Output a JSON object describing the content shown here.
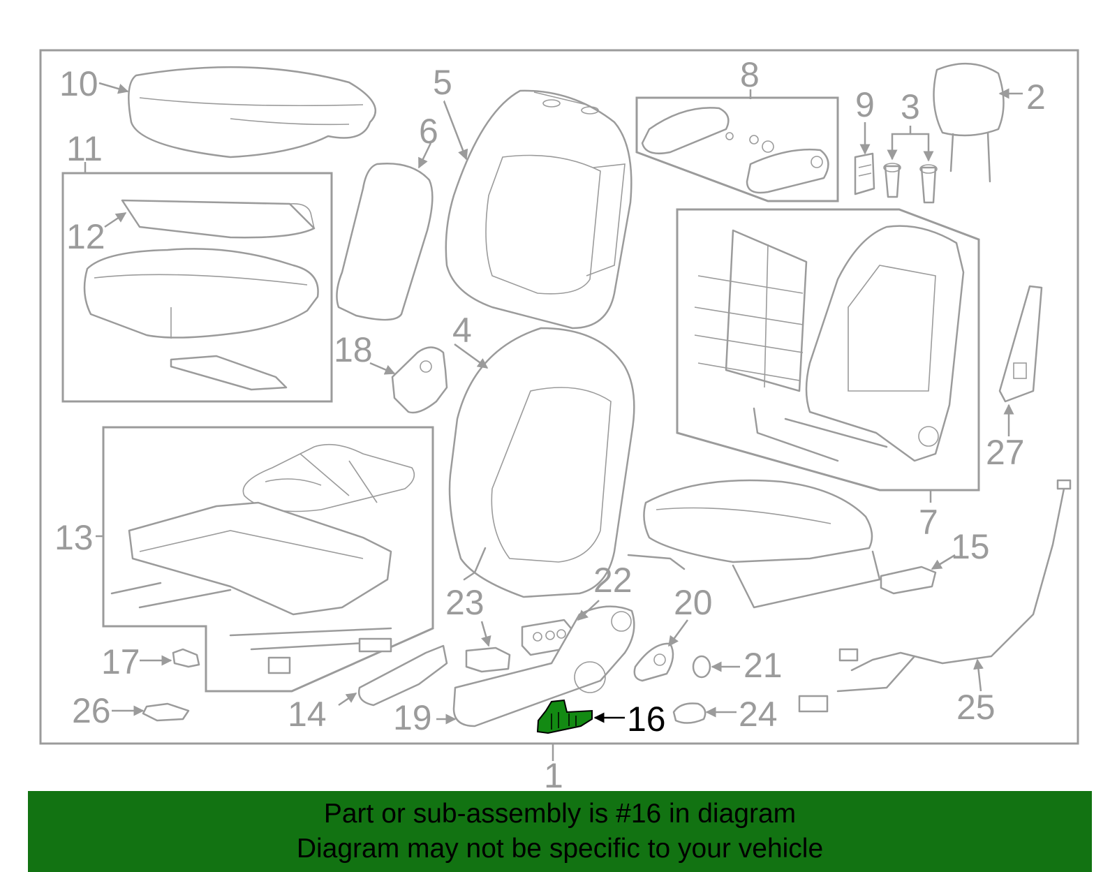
{
  "diagram": {
    "callouts": [
      "1",
      "2",
      "3",
      "4",
      "5",
      "6",
      "7",
      "8",
      "9",
      "10",
      "11",
      "12",
      "13",
      "14",
      "15",
      "16",
      "17",
      "18",
      "19",
      "20",
      "21",
      "22",
      "23",
      "24",
      "25",
      "26",
      "27"
    ],
    "highlighted_part": "16"
  },
  "colors": {
    "line_art": "#9b9b9b",
    "highlight_part": "#138a13",
    "banner_background": "#127312"
  },
  "banner": {
    "line1": "Part or sub-assembly is #16 in diagram",
    "line2": "Diagram may not be specific to your vehicle"
  }
}
